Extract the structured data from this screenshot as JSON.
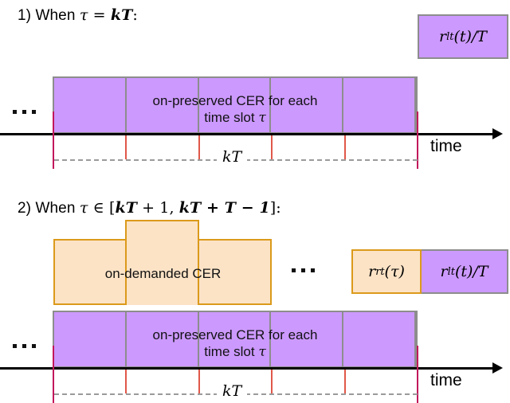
{
  "figure": {
    "panels": [
      {
        "id": "case-1",
        "title_plain": "1) When τ = kT:",
        "title_prefix": "1) When ",
        "title_tau": "τ",
        "title_eq": " = ",
        "title_kt": "kT",
        "title_colon": ":",
        "ellipsis_left": "...",
        "slot_bar": {
          "label_line1": "on-preserved CER for each",
          "label_line2_pre": "time slot ",
          "label_line2_sym": "τ",
          "slot_count": 5,
          "fill_color": "#cc99ff",
          "border_color": "#8d8d8d"
        },
        "axis": {
          "label": "time",
          "tick_color_major": "#c2185b",
          "tick_color_minor": "#e0584a"
        },
        "measure": {
          "label": "kT",
          "line_color": "#9a9a9a"
        },
        "legend": {
          "cells": [
            {
              "kind": "purple",
              "text_r": "r",
              "text_sub": "lt",
              "text_rest": "(t)/T",
              "color": "#cc99ff"
            }
          ]
        }
      },
      {
        "id": "case-2",
        "title_plain": "2) When τ ∈ [kT + 1, kT + T − 1]:",
        "title_prefix": "2) When ",
        "title_tau": "τ",
        "title_in": " ∈ [",
        "title_a": "kT",
        "title_plus1": " + 1, ",
        "title_b": "kT",
        "title_plusT": " + T ",
        "title_minus1": "− 1",
        "title_close": "]:",
        "ellipsis_left": "...",
        "ellipsis_mid": "...",
        "on_demand": {
          "label": "on-demanded CER",
          "fill_color": "#fce3c6",
          "border_color": "#db9a1b"
        },
        "slot_bar": {
          "label_line1": "on-preserved CER for each",
          "label_line2_pre": "time slot ",
          "label_line2_sym": "τ",
          "slot_count": 5,
          "fill_color": "#cc99ff",
          "border_color": "#8d8d8d"
        },
        "axis": {
          "label": "time",
          "tick_color_major": "#c2185b",
          "tick_color_minor": "#e0584a"
        },
        "measure": {
          "label": "kT",
          "line_color": "#9a9a9a"
        },
        "legend": {
          "cells": [
            {
              "kind": "orange",
              "text_r": "r",
              "text_sub": "rt",
              "text_rest": "(τ)",
              "color": "#fce3c6"
            },
            {
              "kind": "purple",
              "text_r": "r",
              "text_sub": "lt",
              "text_rest": "(t)/T",
              "color": "#cc99ff"
            }
          ]
        }
      }
    ]
  }
}
